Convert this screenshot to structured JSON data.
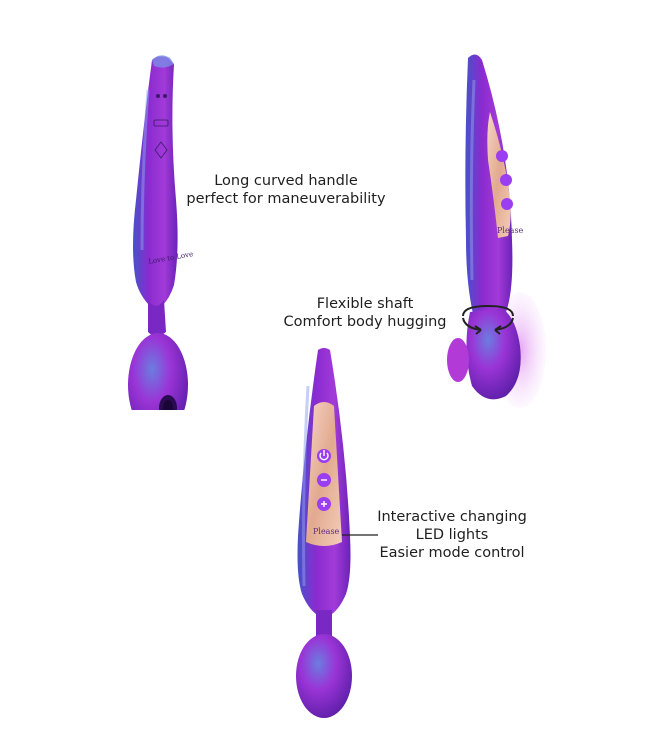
{
  "captions": {
    "handle": {
      "line1": "Long curved handle",
      "line2": "perfect for maneuverability"
    },
    "shaft": {
      "line1": "Flexible shaft",
      "line2": "Comfort body hugging"
    },
    "led": {
      "line1": "Interactive changing",
      "line2": "LED lights",
      "line3": "Easier mode control"
    }
  },
  "product_markings": {
    "front_brand": "Love to Love",
    "side_panel_brand": "Please",
    "front_panel_brand": "Please"
  },
  "icons": {
    "rotation_arrow": "curved-rotation-arrow-icon",
    "power": "power-icon",
    "minus": "minus-icon",
    "plus": "plus-icon"
  },
  "colors": {
    "body_purple": "#8a2bd0",
    "body_blue_sheen": "#4a5fd0",
    "panel_rose_gold": "#e8b49e",
    "button_purple": "#9b3df0"
  }
}
